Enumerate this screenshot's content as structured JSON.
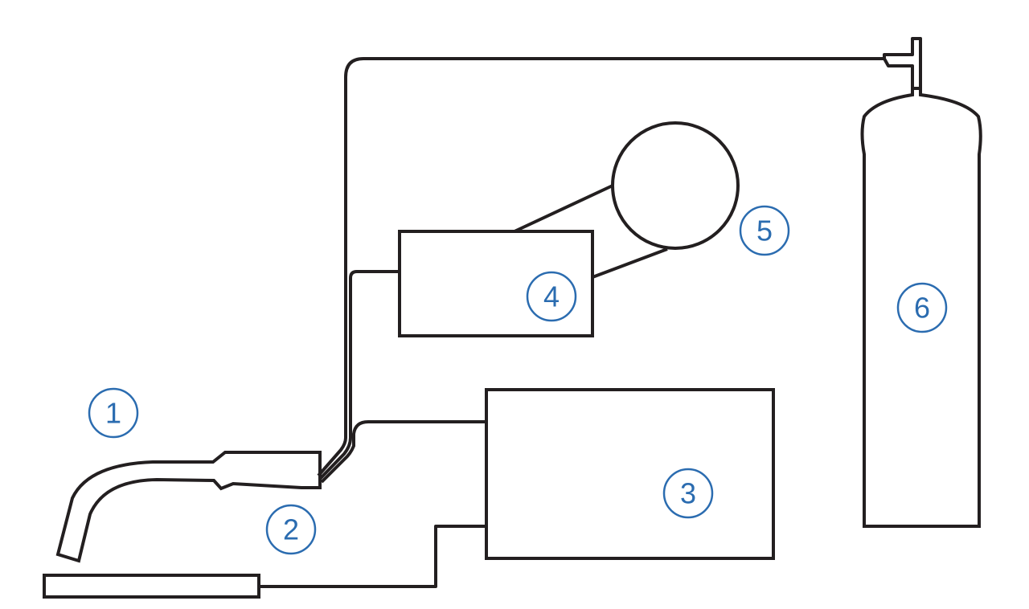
{
  "colors": {
    "line": "#231f20",
    "callout": "#2b6cb0",
    "background": "#ffffff"
  },
  "callouts": [
    {
      "id": "1",
      "label": "1"
    },
    {
      "id": "2",
      "label": "2"
    },
    {
      "id": "3",
      "label": "3"
    },
    {
      "id": "4",
      "label": "4"
    },
    {
      "id": "5",
      "label": "5"
    },
    {
      "id": "6",
      "label": "6"
    }
  ]
}
